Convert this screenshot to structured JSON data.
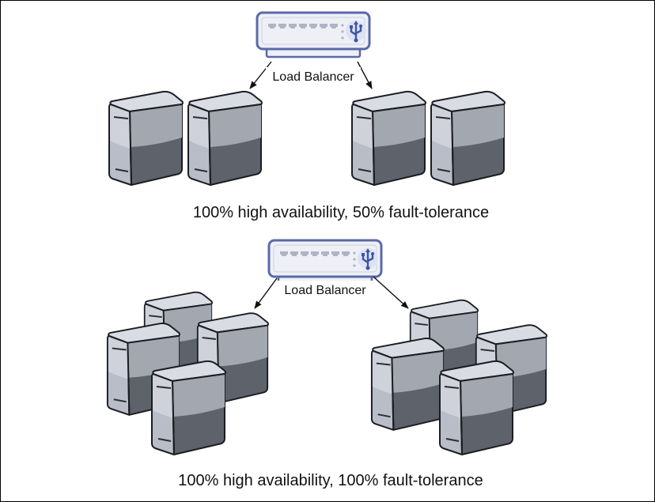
{
  "scenarios": [
    {
      "load_balancer_label": "Load Balancer",
      "caption": "100% high availability, 50% fault-tolerance",
      "server_groups": [
        {
          "server_count": 2
        },
        {
          "server_count": 2
        }
      ]
    },
    {
      "load_balancer_label": "Load Balancer",
      "caption": "100% high availability, 100% fault-tolerance",
      "server_groups": [
        {
          "server_count": 4
        },
        {
          "server_count": 4
        }
      ]
    }
  ],
  "icons": {
    "load_balancer": "load-balancer-icon",
    "server": "server-icon",
    "usb_symbol": "usb-icon"
  },
  "colors": {
    "load_balancer_frame": "#5a6aa8",
    "load_balancer_body": "#eef0f6",
    "server_light": "#c6cad4",
    "server_mid": "#9ea3ad",
    "server_dark": "#5d626b",
    "outline": "#1b1d22"
  }
}
